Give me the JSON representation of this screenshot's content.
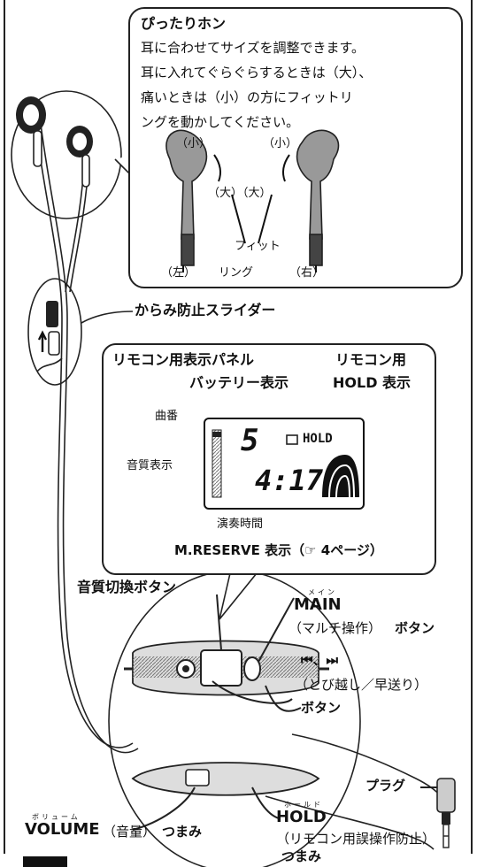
{
  "fit_panel": {
    "title": "ぴったりホン",
    "lines": [
      "耳に合わせてサイズを調整できます。",
      "耳に入れてぐらぐらするときは（大）、",
      "痛いときは（小）の方にフィットリ",
      "ングを動かしてください。"
    ],
    "small_left": "（小）",
    "small_right": "（小）",
    "large_pair": "（大）（大）",
    "fit_label_1": "フィット",
    "fit_label_2": "リング",
    "left_label": "（左）",
    "right_label": "（右）"
  },
  "slider_label": "からみ防止スライダー",
  "remote_panel": {
    "title": "リモコン用表示パネル",
    "hold_label_1": "リモコン用",
    "hold_label_2": "HOLD 表示",
    "battery_label": "バッテリー表示",
    "track_label": "曲番",
    "quality_label": "音質表示",
    "time_label": "演奏時間",
    "mreserve_label": "M.RESERVE 表示（☞ 4ページ）",
    "lcd_track": "5",
    "lcd_time": "4:17",
    "lcd_hold": "HOLD"
  },
  "controls": {
    "quality_button": "音質切換ボタン",
    "main_ruby": "メイン",
    "main_label": "MAIN",
    "main_desc": "（マルチ操作）",
    "main_button": "ボタン",
    "skip_symbols": "⏮、⏭",
    "skip_desc": "（とび越し／早送り）",
    "skip_button": "ボタン",
    "plug_label": "プラグ",
    "hold_ruby": "ホールド",
    "hold_label": "HOLD",
    "hold_desc": "（リモコン用誤操作防止）",
    "hold_knob": "つまみ",
    "volume_ruby": "ボリューム",
    "volume_label": "VOLUME",
    "volume_desc": "（音量）",
    "volume_knob": "つまみ"
  }
}
